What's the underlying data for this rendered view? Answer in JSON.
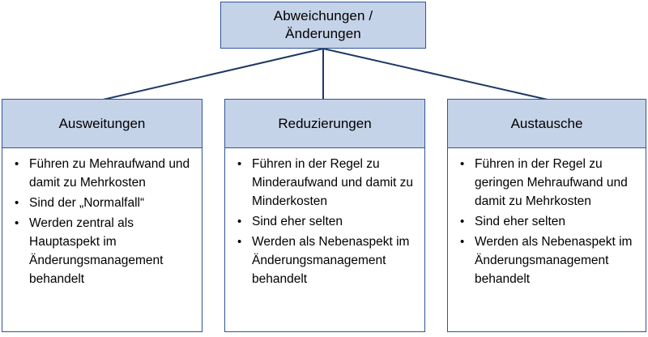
{
  "diagram": {
    "type": "organizational-tree",
    "colors": {
      "node_fill": "#c5d3e8",
      "node_border": "#2f5597",
      "connector": "#1f3864",
      "body_fill": "#ffffff",
      "text": "#000000"
    },
    "root": {
      "title": "Abweichungen /\nÄnderungen"
    },
    "children": [
      {
        "header": "Ausweitungen",
        "bullets": [
          "Führen zu Mehraufwand und damit zu Mehrkosten",
          "Sind der „Normalfall“",
          "Werden zentral als Hauptaspekt im Änderungsmanagement behandelt"
        ]
      },
      {
        "header": "Reduzierungen",
        "bullets": [
          "Führen in der Regel zu Minderaufwand und damit zu Minderkosten",
          "Sind eher selten",
          "Werden als Nebenaspekt im Änderungsmanagement behandelt"
        ]
      },
      {
        "header": "Austausche",
        "bullets": [
          "Führen in der Regel zu geringen Mehraufwand und damit zu Mehrkosten",
          "Sind eher selten",
          "Werden als Nebenaspekt im Änderungsmanagement behandelt"
        ]
      }
    ]
  }
}
